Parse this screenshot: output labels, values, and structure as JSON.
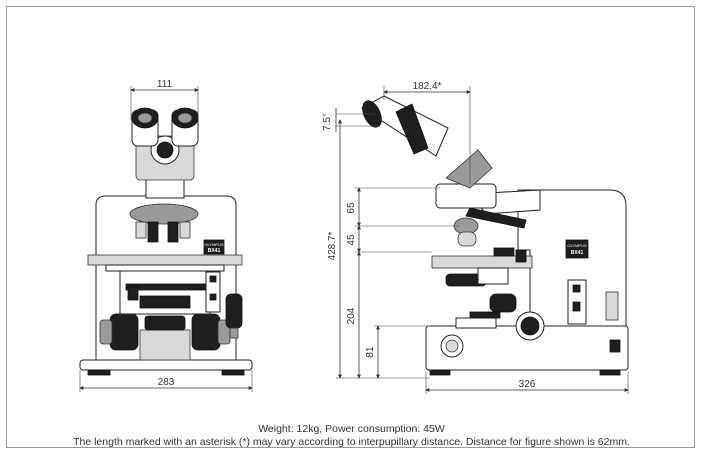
{
  "dimensions": {
    "front_eyepiece_width": "111",
    "front_base_width": "283",
    "side_eyepiece_reach": "182.4*",
    "side_tilt_angle": "7.5°",
    "side_total_height": "428.7*",
    "side_h65": "65",
    "side_h45": "45",
    "side_h204": "204",
    "side_h81": "81",
    "side_base_depth": "326"
  },
  "badges": {
    "brand": "OLYMPUS",
    "model": "BX41"
  },
  "caption": {
    "line1": "Weight: 12kg, Power consumption: 45W",
    "line2": "The length marked with an asterisk (*) may vary according to interpupillary distance.  Distance for figure shown is 62mm."
  }
}
